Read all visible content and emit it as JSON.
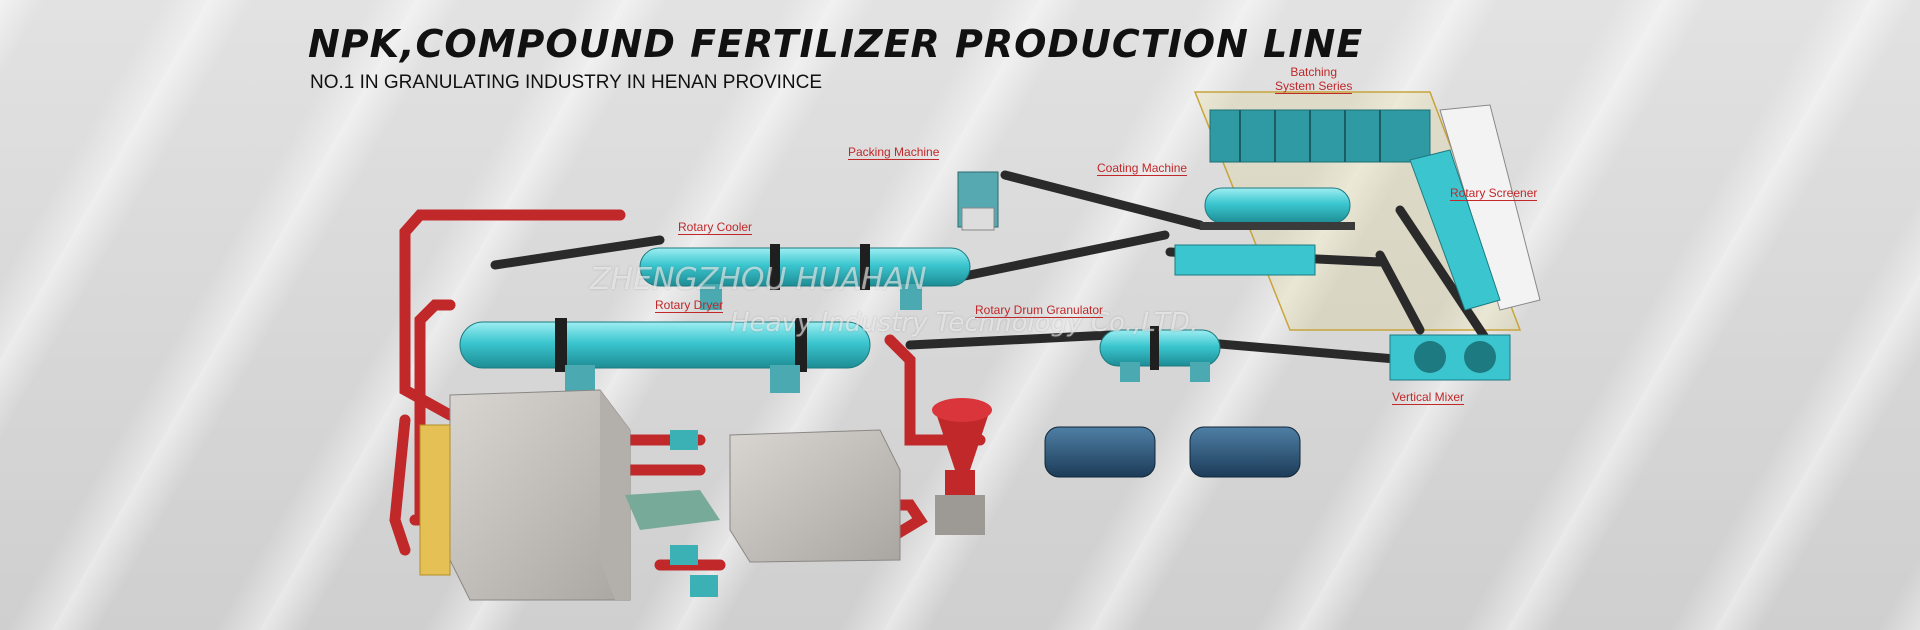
{
  "header": {
    "title": "NPK,COMPOUND FERTILIZER PRODUCTION LINE",
    "subtitle": "NO.1 IN GRANULATING INDUSTRY IN HENAN PROVINCE"
  },
  "labels": {
    "batching_line1": "Batching",
    "batching_line2": "System Series",
    "packing_machine": "Packing Machine",
    "coating_machine": "Coating Machine",
    "rotary_screener": "Rotary Screener",
    "rotary_cooler": "Rotary Cooler",
    "rotary_dryer": "Rotary Dryer",
    "rotary_drum_granulator": "Rotary Drum Granulator",
    "vertical_mixer": "Vertical Mixer"
  },
  "watermark": {
    "line1": "ZHENGZHOU HUAHAN",
    "line2": "Heavy Industry Technology Co.,LTD."
  },
  "colors": {
    "drum": "#3bc6cf",
    "pipe": "#c0282a",
    "conveyor": "#2a2a2a",
    "label_text": "#c0282a"
  }
}
